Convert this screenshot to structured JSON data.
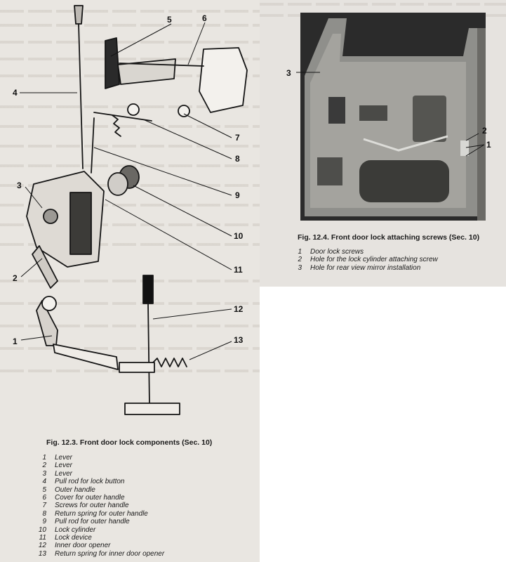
{
  "fig123": {
    "title": "Fig. 12.3. Front door lock components (Sec. 10)",
    "callouts": [
      "1",
      "2",
      "3",
      "4",
      "5",
      "6",
      "7",
      "8",
      "9",
      "10",
      "11",
      "12",
      "13"
    ],
    "legend": [
      {
        "num": "1",
        "text": "Lever"
      },
      {
        "num": "2",
        "text": "Lever"
      },
      {
        "num": "3",
        "text": "Lever"
      },
      {
        "num": "4",
        "text": "Pull rod for lock button"
      },
      {
        "num": "5",
        "text": "Outer handle"
      },
      {
        "num": "6",
        "text": "Cover for outer handle"
      },
      {
        "num": "7",
        "text": "Screws for outer handle"
      },
      {
        "num": "8",
        "text": "Return spring for outer handle"
      },
      {
        "num": "9",
        "text": "Pull rod for outer handle"
      },
      {
        "num": "10",
        "text": "Lock cylinder"
      },
      {
        "num": "11",
        "text": "Lock device"
      },
      {
        "num": "12",
        "text": "Inner door opener"
      },
      {
        "num": "13",
        "text": "Return spring for inner door opener"
      }
    ]
  },
  "fig124": {
    "title": "Fig. 12.4. Front door lock attaching screws (Sec. 10)",
    "callouts": [
      "3",
      "2",
      "1"
    ],
    "legend": [
      {
        "num": "1",
        "text": "Door lock screws"
      },
      {
        "num": "2",
        "text": "Hole for the lock cylinder attaching screw"
      },
      {
        "num": "3",
        "text": "Hole for rear view mirror installation"
      }
    ]
  }
}
